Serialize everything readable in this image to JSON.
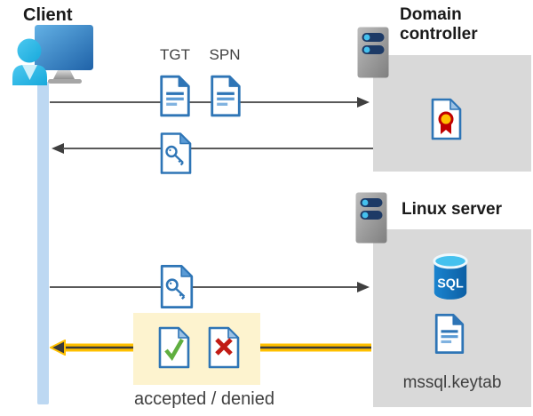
{
  "client": {
    "label": "Client"
  },
  "domain_controller": {
    "label": "Domain controller"
  },
  "linux_server": {
    "label": "Linux server",
    "sql_badge": "SQL",
    "keytab_filename": "mssql.keytab"
  },
  "messages": {
    "tgt_label": "TGT",
    "spn_label": "SPN",
    "result_label": "accepted / denied"
  },
  "icons": {
    "client": "person-at-computer-icon",
    "domain_controller": "server-rack-icon",
    "linux_server": "server-rack-icon",
    "tgt_document": "blue-document-icon",
    "spn_document": "blue-document-icon",
    "ticket_response": "key-document-icon",
    "ticket_to_linux": "key-document-icon",
    "certificate": "certificate-seal-document-icon",
    "database": "sql-database-cylinder-icon",
    "keytab_file": "blue-document-icon",
    "accepted": "green-check-document-icon",
    "denied": "red-cross-document-icon"
  },
  "colors": {
    "doc_border_blue": "#2e75b6",
    "doc_fold_light": "#9dc3e6",
    "panel_gray": "#d9d9d9",
    "lifeline_blue": "#bdd8f2",
    "arrow_gray": "#595959",
    "accent_yellow": "#ffc000",
    "highlight_cream": "#fdf3cf",
    "accepted_green": "#5fae3f",
    "denied_red": "#c11b14",
    "sql_blue": "#1173bf",
    "person_cyan": "#33bce8",
    "server_slot_navy": "#1d3a66"
  }
}
